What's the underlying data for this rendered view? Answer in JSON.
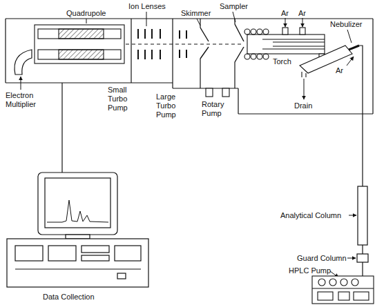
{
  "diagram": {
    "labels": [
      "Ion Lenses",
      "Quadrupole",
      "Skimmer",
      "Sampler",
      "Ar",
      "Ar",
      "Nebulizer",
      "Torch",
      "Electron Multiplier",
      "Small Turbo Pump",
      "Large Turbo Pump",
      "Rotary Pump",
      "Drain",
      "Ar",
      "Analytical Column",
      "Guard Column",
      "HPLC Pump",
      "Data Collection"
    ]
  }
}
